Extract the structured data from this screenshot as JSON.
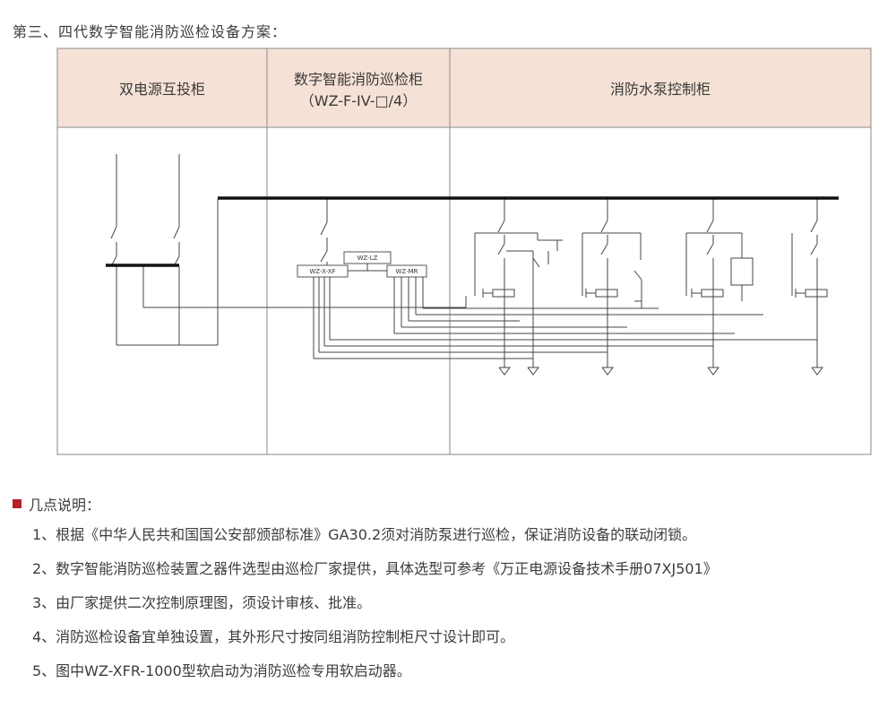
{
  "title": "第三、四代数字智能消防巡检设备方案：",
  "table": {
    "header_bg": "#f5e1d6",
    "columns": [
      {
        "label": "双电源互投柜",
        "label2": ""
      },
      {
        "label": "数字智能消防巡检柜",
        "label2": "（WZ-F-IV-□/4）"
      },
      {
        "label": "消防水泵控制柜",
        "label2": ""
      }
    ]
  },
  "diagram": {
    "labels": {
      "wz_lz": "WZ-LZ",
      "wz_xf": "WZ-X-XF",
      "wz_mr": "WZ-MR"
    }
  },
  "notes": {
    "heading": "几点说明：",
    "accent": "#b32025",
    "items": [
      "1、根据《中华人民共和国国公安部颁部标准》GA30.2须对消防泵进行巡检，保证消防设备的联动闭锁。",
      "2、数字智能消防巡检装置之器件选型由巡检厂家提供，具体选型可参考《万正电源设备技术手册07XJ501》",
      "3、由厂家提供二次控制原理图，须设计审核、批准。",
      "4、消防巡检设备宜单独设置，其外形尺寸按同组消防控制柜尺寸设计即可。",
      "5、图中WZ-XFR-1000型软启动为消防巡检专用软启动器。"
    ]
  }
}
